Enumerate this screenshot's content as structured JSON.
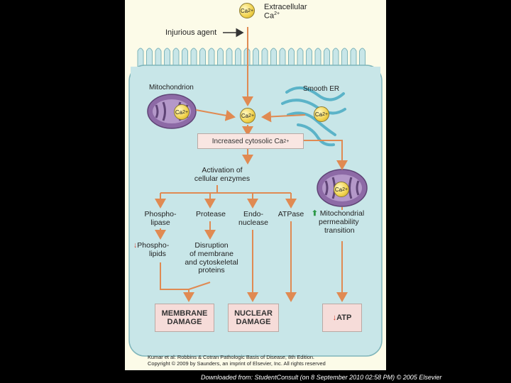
{
  "labels": {
    "extracellular": "Extracellular",
    "ca_symbol": "Ca",
    "charge": "2+",
    "injurious_agent": "Injurious agent",
    "mitochondrion": "Mitochondrion",
    "smooth_er": "Smooth ER",
    "increased_cytosolic": "Increased cytosolic Ca",
    "activation_line1": "Activation of",
    "activation_line2": "cellular enzymes",
    "phospholipase_line1": "Phospho-",
    "phospholipase_line2": "lipase",
    "protease": "Protease",
    "endonuclease_line1": "Endo-",
    "endonuclease_line2": "nuclease",
    "atpase": "ATPase",
    "mito_perm_line1": "Mitochondrial",
    "mito_perm_line2": "permeability",
    "mito_perm_line3": "transition",
    "phospholipids_line1": "Phospho-",
    "phospholipids_line2": "lipids",
    "disruption_line1": "Disruption",
    "disruption_line2": "of membrane",
    "disruption_line3": "and cytoskeletal",
    "disruption_line4": "proteins",
    "membrane_damage_line1": "MEMBRANE",
    "membrane_damage_line2": "DAMAGE",
    "nuclear_damage_line1": "NUCLEAR",
    "nuclear_damage_line2": "DAMAGE",
    "atp": "ATP",
    "down_arrow": "↓",
    "up_arrow": "⬆"
  },
  "credit": {
    "line1": "Kumar et al: Robbins & Cotran Pathologic Basis of Disease, 8th Edition.",
    "line2": "Copyright © 2009 by Saunders, an imprint of Elsevier, Inc. All rights reserved"
  },
  "footer": "Downloaded from: StudentConsult (on 8 September 2010 02:58 PM) © 2005 Elsevier",
  "colors": {
    "page_bg": "#000000",
    "panel_bg": "#fcfbe8",
    "cell_fill": "#c8e6e8",
    "cell_stroke": "#7fb5ba",
    "mitochondria": "#8d6aa6",
    "er": "#5bb3c8",
    "arrow": "#e08a52",
    "box_fill": "#f6dcd9",
    "calcium": "#f1d24d",
    "down_red": "#d43b2b",
    "up_green": "#2e9a4a"
  },
  "icons": [
    "calcium-ion-icon",
    "mitochondrion-icon",
    "smooth-er-icon",
    "down-arrow-icon",
    "up-arrow-icon"
  ]
}
